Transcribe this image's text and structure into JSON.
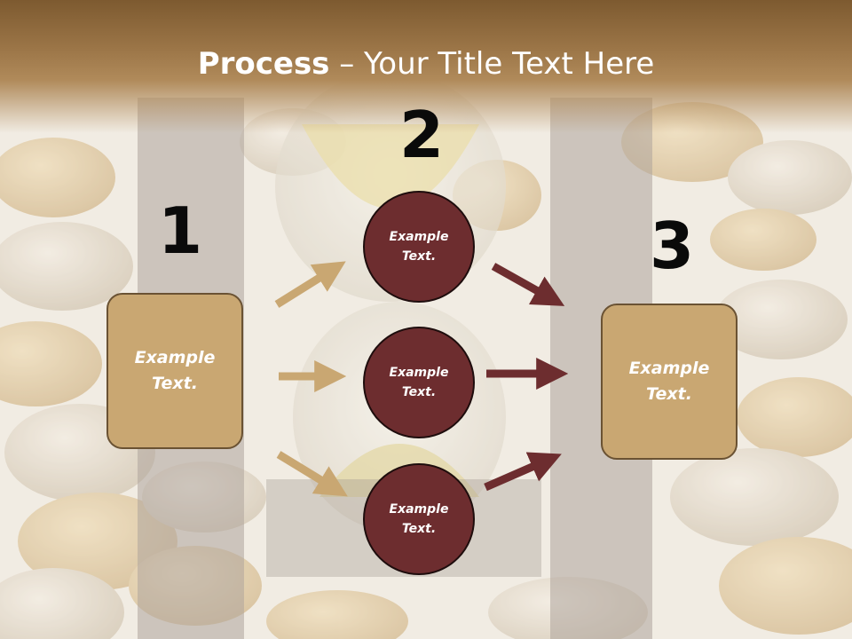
{
  "title": {
    "bold": "Process",
    "rest": " – Your Title Text Here"
  },
  "steps": [
    {
      "number": "1",
      "text": "Example Text."
    },
    {
      "number": "2"
    },
    {
      "number": "3",
      "text": "Example Text."
    }
  ],
  "circles": [
    {
      "text": "Example Text."
    },
    {
      "text": "Example Text."
    },
    {
      "text": "Example Text."
    }
  ],
  "colors": {
    "box_fill": "#c9a772",
    "circle_fill": "#6d2d2f",
    "arrow_light": "#c9a772",
    "arrow_dark": "#6d2d2f",
    "title_bar": "#8a6538"
  }
}
